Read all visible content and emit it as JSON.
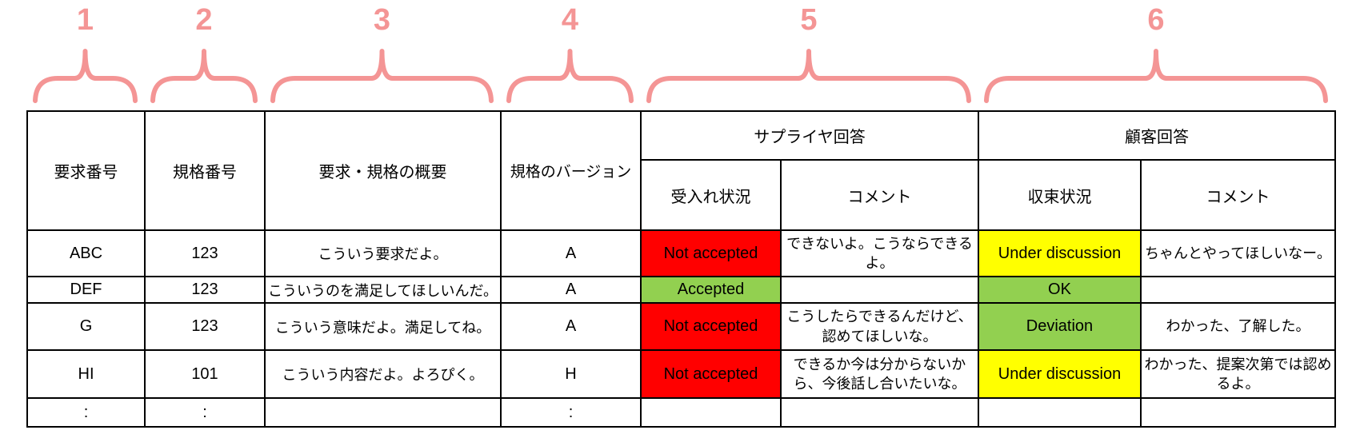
{
  "annotations": {
    "accent_color": "#F49595",
    "labels": [
      "1",
      "2",
      "3",
      "4",
      "5",
      "6"
    ]
  },
  "table": {
    "headers": {
      "request_no": "要求番号",
      "standard_no": "規格番号",
      "summary": "要求・規格の概要",
      "version": "規格のバージョン",
      "supplier_group": "サプライヤ回答",
      "supplier_status": "受入れ状況",
      "supplier_comment": "コメント",
      "customer_group": "顧客回答",
      "customer_status": "収束状況",
      "customer_comment": "コメント"
    },
    "status_colors": {
      "red": "#FF0000",
      "green": "#92D050",
      "yellow": "#FFFF00"
    },
    "rows": [
      {
        "request_no": "ABC",
        "standard_no": "123",
        "summary": "こういう要求だよ。",
        "version": "A",
        "supplier_status": "Not accepted",
        "supplier_status_bg": "#FF0000",
        "supplier_comment": "できないよ。こうならできるよ。",
        "customer_status": "Under discussion",
        "customer_status_bg": "#FFFF00",
        "customer_comment": "ちゃんとやってほしいなー。"
      },
      {
        "request_no": "DEF",
        "standard_no": "123",
        "summary": "こういうのを満足してほしいんだ。",
        "version": "A",
        "supplier_status": "Accepted",
        "supplier_status_bg": "#92D050",
        "supplier_comment": "",
        "customer_status": "OK",
        "customer_status_bg": "#92D050",
        "customer_comment": ""
      },
      {
        "request_no": "G",
        "standard_no": "123",
        "summary": "こういう意味だよ。満足してね。",
        "version": "A",
        "supplier_status": "Not accepted",
        "supplier_status_bg": "#FF0000",
        "supplier_comment": "こうしたらできるんだけど、認めてほしいな。",
        "customer_status": "Deviation",
        "customer_status_bg": "#92D050",
        "customer_comment": "わかった、了解した。"
      },
      {
        "request_no": "HI",
        "standard_no": "101",
        "summary": "こういう内容だよ。よろぴく。",
        "version": "H",
        "supplier_status": "Not accepted",
        "supplier_status_bg": "#FF0000",
        "supplier_comment": "できるか今は分からないから、今後話し合いたいな。",
        "customer_status": "Under discussion",
        "customer_status_bg": "#FFFF00",
        "customer_comment": "わかった、提案次第では認めるよ。"
      },
      {
        "request_no": ":",
        "standard_no": ":",
        "summary": "",
        "version": ":",
        "supplier_status": "",
        "supplier_status_bg": "",
        "supplier_comment": "",
        "customer_status": "",
        "customer_status_bg": "",
        "customer_comment": ""
      }
    ]
  }
}
